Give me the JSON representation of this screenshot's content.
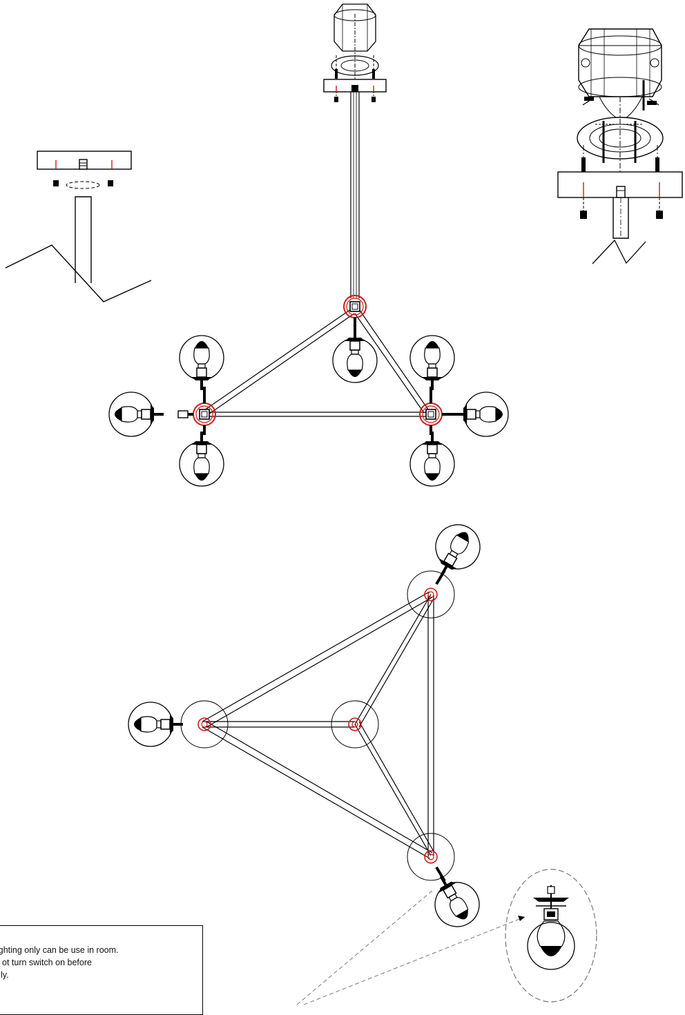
{
  "colors": {
    "line": "#000000",
    "accent_red": "#d01818",
    "dashed": "#777777",
    "background": "#ffffff"
  },
  "note": {
    "line1": "ighting only can be use in room.",
    "line2": "ot turn switch on before",
    "line3": "ly."
  }
}
